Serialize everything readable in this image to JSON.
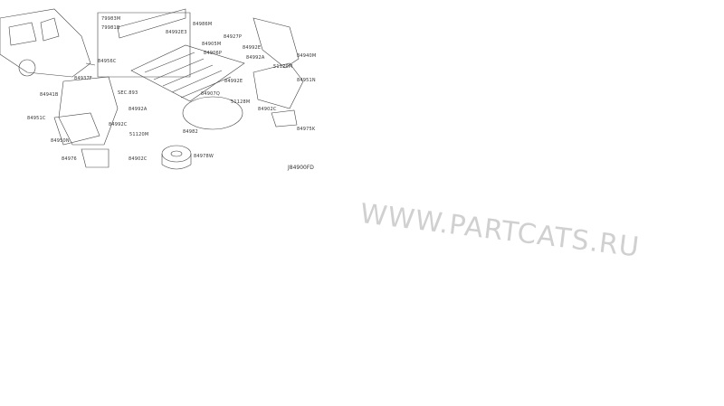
{
  "diagram": {
    "labels": [
      "79983M",
      "79981B",
      "84986M",
      "84992E3",
      "84956C",
      "84905M",
      "84906P",
      "84927P",
      "84992E",
      "84940M",
      "84992A",
      "51120M",
      "84937F",
      "84941B",
      "84951N",
      "84992E",
      "84907Q",
      "51128M",
      "84902C",
      "84951C",
      "84975K",
      "84950N",
      "84976",
      "84902C",
      "51120M",
      "84992C",
      "84992A",
      "84978W",
      "84982",
      "SEC.893"
    ],
    "watermark": "WWW.PARTCATS.RU",
    "diagram_code": "J84900FD"
  }
}
